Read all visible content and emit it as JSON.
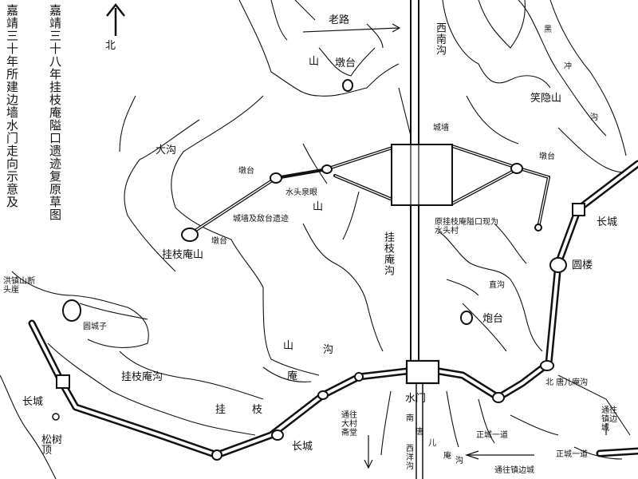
{
  "title_left": "嘉靖三十年所建边墙水门走向示意及",
  "title_right": "嘉靖三十八年挂枝庵隘口遗迹复原草图",
  "north": "北",
  "labels": {
    "laolu": "老路",
    "xinangou": "西南沟",
    "shan_top": "山",
    "duntai_top": "墩台",
    "hei": "黑",
    "zhong": "冲",
    "gou_right": "沟",
    "xiaoyinshan": "笑隐山",
    "dagou": "大沟",
    "chengqiang": "城墙",
    "duntai_mid": "墩台",
    "duntai_right": "墩台",
    "shuitou": "水头泉眼",
    "shan_mid": "山",
    "ruins": "城墙及敌台遗迹",
    "duntai_low": "墩台",
    "guazhi_shan": "挂枝庵山",
    "orig_pass": "原挂枝庵隘口现为水头村",
    "guazhi_gou_vert": "挂枝庵沟",
    "changcheng_right": "长城",
    "yuanlou": "圆楼",
    "zhigou": "直沟",
    "paotai": "炮台",
    "hongzhen": "洪镇山断头崖",
    "yuancheng": "圆城子",
    "shan_low": "山",
    "gou_low": "沟",
    "an_low": "庵",
    "guazhi_gou": "挂枝庵沟",
    "gua": "挂",
    "zhi": "枝",
    "changcheng_left": "长城",
    "songshu": "松树顶",
    "changcheng_bottom": "长城",
    "shuimen": "水门",
    "taihe": "通往大村斋堂",
    "nan": "南",
    "tang": "唐",
    "er": "儿",
    "an2": "庵",
    "gou2": "沟",
    "xiyang": "西洋沟",
    "tanger": "北 唐儿庵沟",
    "zhengcheng1": "正城一道",
    "tongwang_bottom": "通往镇边城",
    "zhengcheng2": "正城一道",
    "tongwang_right": "通往镇边城"
  }
}
